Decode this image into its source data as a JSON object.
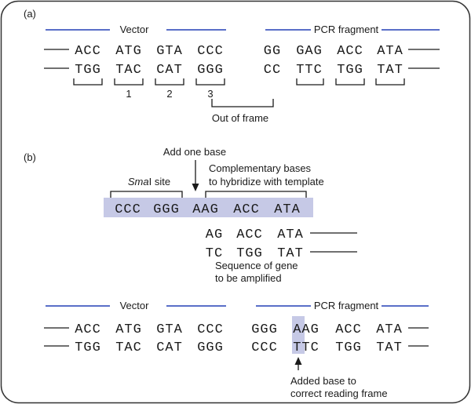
{
  "panel_a": {
    "label": "(a)",
    "vector_title": "Vector",
    "pcr_title": "PCR fragment",
    "vector_top": [
      "ACC",
      "ATG",
      "GTA",
      "CCC"
    ],
    "vector_bottom": [
      "TGG",
      "TAC",
      "CAT",
      "GGG"
    ],
    "pcr_top": [
      "GG",
      "GAG",
      "ACC",
      "ATA"
    ],
    "pcr_bottom": [
      "CC",
      "TTC",
      "TGG",
      "TAT"
    ],
    "codon_numbers": [
      "1",
      "2",
      "3"
    ],
    "out_of_frame": "Out of frame"
  },
  "panel_b": {
    "label": "(b)",
    "add_one_base": "Add one base",
    "sma_site_italic": "Sma",
    "sma_site_roman": "I site",
    "complementary_line1": "Complementary bases",
    "complementary_line2": "to hybridize with template",
    "primer": [
      "CCC",
      "GGG",
      "AAG",
      "ACC",
      "ATA"
    ],
    "template_top": [
      "AG",
      "ACC",
      "ATA"
    ],
    "template_bottom": [
      "TC",
      "TGG",
      "TAT"
    ],
    "gene_line1": "Sequence of gene",
    "gene_line2": "to be amplified",
    "vector_title": "Vector",
    "pcr_title": "PCR fragment",
    "vector_top": [
      "ACC",
      "ATG",
      "GTA",
      "CCC"
    ],
    "vector_bottom": [
      "TGG",
      "TAC",
      "CAT",
      "GGG"
    ],
    "pcr_top": [
      "GGG",
      "AAG",
      "ACC",
      "ATA"
    ],
    "pcr_bottom": [
      "CCC",
      "TTC",
      "TGG",
      "TAT"
    ],
    "added_base_line1": "Added base to",
    "added_base_line2": "correct reading frame"
  },
  "colors": {
    "title_rule": "#5a6fc8",
    "highlight": "#c6c9e6",
    "border": "#333333",
    "ink": "#1a1a1a"
  }
}
